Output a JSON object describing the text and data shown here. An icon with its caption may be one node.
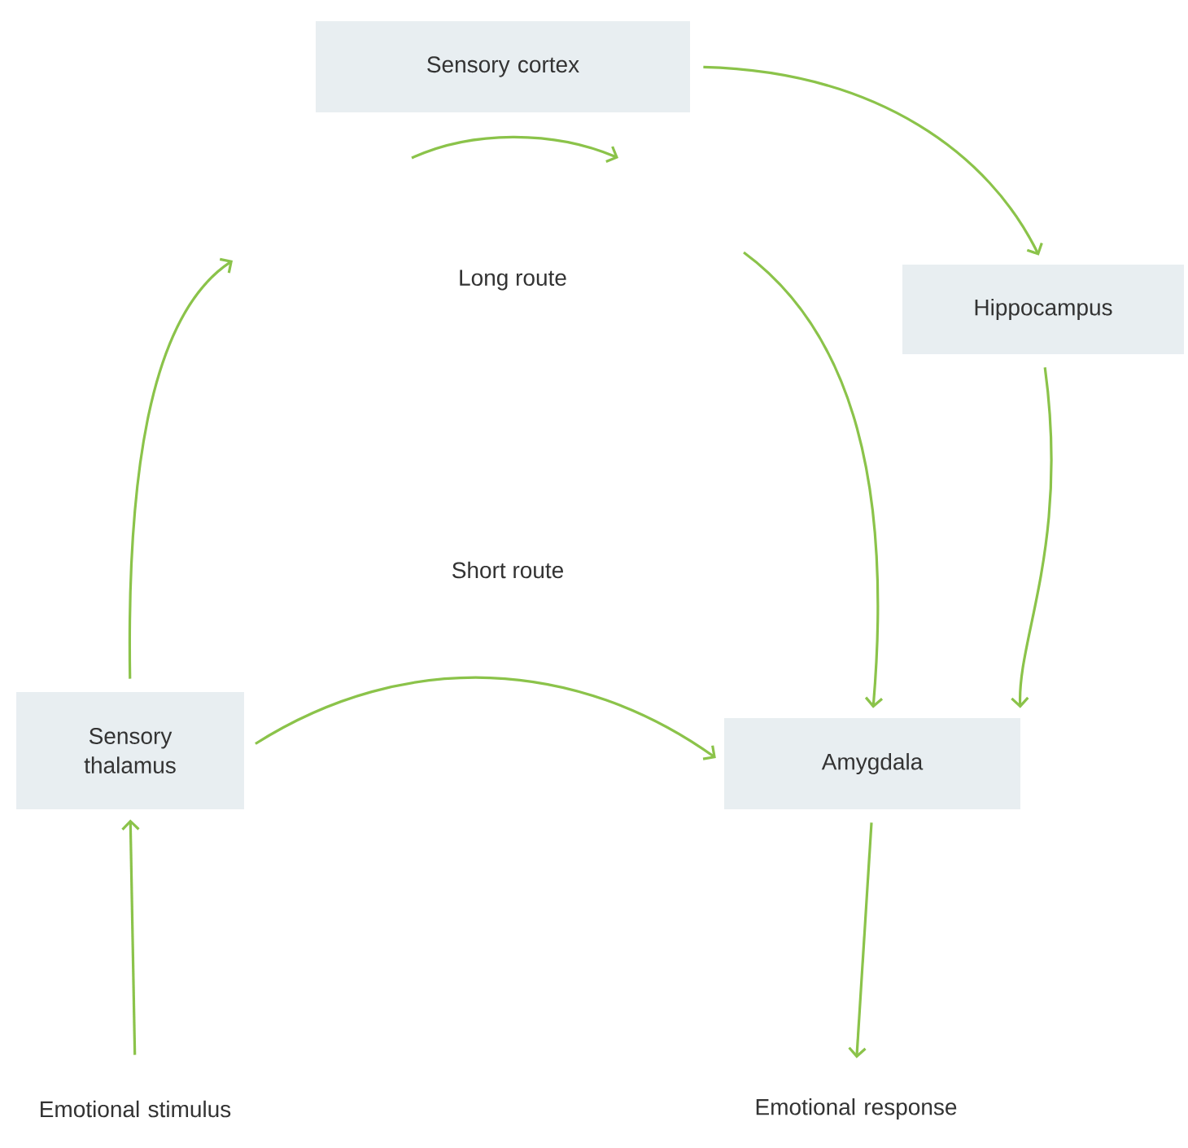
{
  "diagram": {
    "nodes": [
      {
        "text": [
          "Sensory cortex"
        ]
      },
      {
        "text": [
          "Hippocampus"
        ]
      },
      {
        "text": [
          "Sensory thalamus"
        ]
      },
      {
        "text": [
          "Amygdala"
        ]
      },
      {
        "text": [
          "Emotional stimulus"
        ]
      },
      {
        "text": [
          "Emotional response"
        ]
      }
    ],
    "edges": [
      {
        "from": 4,
        "to": 2,
        "arrow": "to"
      },
      {
        "from": 2,
        "to": null,
        "arrow": "to"
      },
      {
        "from": null,
        "to": 3,
        "arrow": "to"
      },
      {
        "from": 0,
        "to": 1,
        "arrow": "to"
      },
      {
        "from": 1,
        "to": 3,
        "arrow": "to"
      },
      {
        "from": 2,
        "to": 3,
        "arrow": "to"
      },
      {
        "from": 3,
        "to": 5,
        "arrow": "to"
      }
    ],
    "labels": [
      "Long route",
      "Short route"
    ]
  }
}
